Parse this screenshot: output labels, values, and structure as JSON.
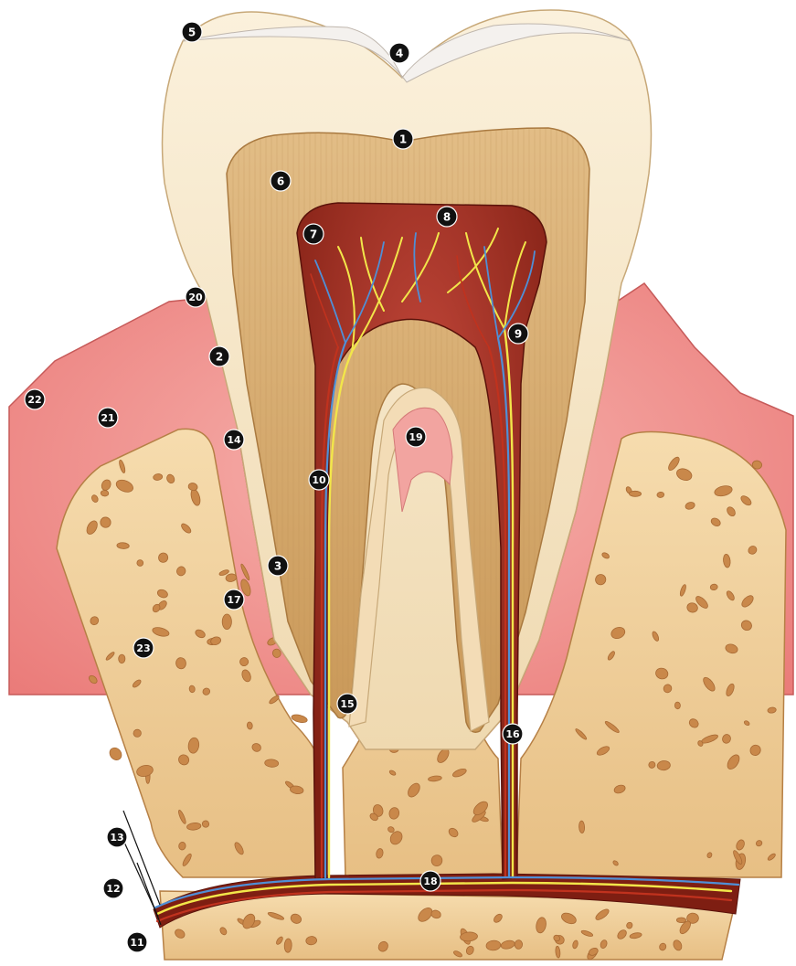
{
  "diagram": {
    "subject": "tooth cross-section",
    "colors": {
      "enamel": "#f6e6c8",
      "dentin": "#d9b27c",
      "pulp": "#a8321f",
      "gum": "#f08f8c",
      "bone": "#f0d3a0",
      "bone_holes": "#c9884a",
      "nerve": "#f2e64a",
      "vessel_blue": "#4f8fd6",
      "vessel_red": "#c0321e",
      "marker_fill": "#111111",
      "marker_text": "#ffffff"
    },
    "markers": [
      {
        "id": "m1",
        "label": "1"
      },
      {
        "id": "m2",
        "label": "2"
      },
      {
        "id": "m3",
        "label": "3"
      },
      {
        "id": "m4",
        "label": "4"
      },
      {
        "id": "m5",
        "label": "5"
      },
      {
        "id": "m6",
        "label": "6"
      },
      {
        "id": "m7",
        "label": "7"
      },
      {
        "id": "m8",
        "label": "8"
      },
      {
        "id": "m9",
        "label": "9"
      },
      {
        "id": "m10",
        "label": "10"
      },
      {
        "id": "m11",
        "label": "11"
      },
      {
        "id": "m12",
        "label": "12"
      },
      {
        "id": "m13",
        "label": "13"
      },
      {
        "id": "m14",
        "label": "14"
      },
      {
        "id": "m15",
        "label": "15"
      },
      {
        "id": "m16",
        "label": "16"
      },
      {
        "id": "m17",
        "label": "17"
      },
      {
        "id": "m18",
        "label": "18"
      },
      {
        "id": "m19",
        "label": "19"
      },
      {
        "id": "m20",
        "label": "20"
      },
      {
        "id": "m21",
        "label": "21"
      },
      {
        "id": "m22",
        "label": "22"
      },
      {
        "id": "m23",
        "label": "23"
      }
    ]
  }
}
